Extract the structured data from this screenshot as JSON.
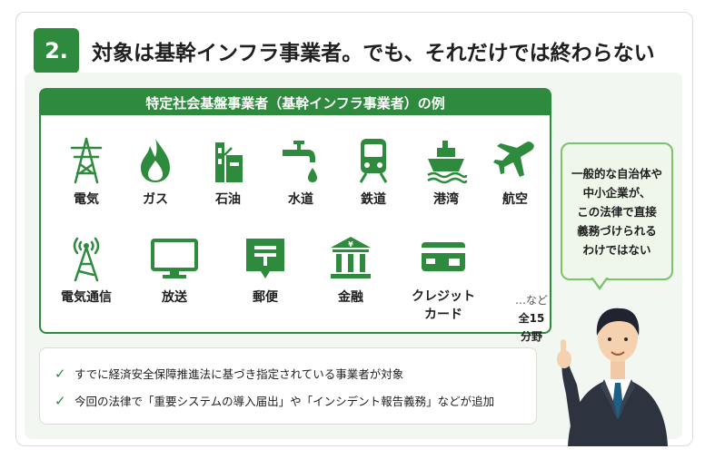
{
  "header": {
    "badge": "2.",
    "title": "対象は基幹インフラ事業者。でも、それだけでは終わらない"
  },
  "panel": {
    "heading": "特定社会基盤事業者（基幹インフラ事業者）の例",
    "row1": [
      {
        "label": "電気",
        "icon": "power-tower-icon"
      },
      {
        "label": "ガス",
        "icon": "flame-icon"
      },
      {
        "label": "石油",
        "icon": "refinery-icon"
      },
      {
        "label": "水道",
        "icon": "faucet-icon"
      },
      {
        "label": "鉄道",
        "icon": "train-icon"
      },
      {
        "label": "港湾",
        "icon": "ship-icon"
      },
      {
        "label": "航空",
        "icon": "airplane-icon"
      }
    ],
    "row2": [
      {
        "label": "電気通信",
        "icon": "antenna-icon"
      },
      {
        "label": "放送",
        "icon": "monitor-icon"
      },
      {
        "label": "郵便",
        "icon": "postal-mark-icon"
      },
      {
        "label": "金融",
        "icon": "bank-icon"
      },
      {
        "label_line1": "クレジット",
        "label_line2": "カード",
        "icon": "credit-card-icon"
      }
    ],
    "more_line1": "…など",
    "more_line2": "全15分野"
  },
  "bubble": {
    "lines": [
      "一般的な自治体や",
      "中小企業が、",
      "この法律で直接",
      "義務づけられる",
      "わけではない"
    ]
  },
  "checks": [
    "すでに経済安全保障推進法に基づき指定されている事業者が対象",
    "今回の法律で「重要システムの導入届出」や「インシデント報告義務」などが追加"
  ],
  "colors": {
    "accent": "#2e8b3d",
    "bubble_border": "#7cc26d",
    "bubble_bg": "#eef7ea"
  }
}
